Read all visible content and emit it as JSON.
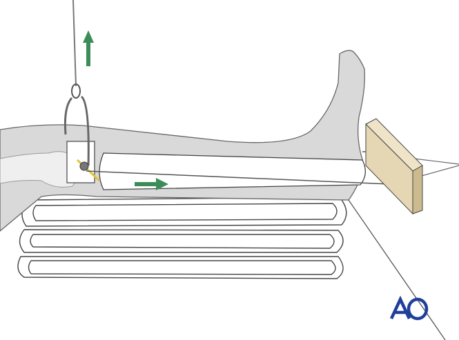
{
  "logo": {
    "text": "AO",
    "color": "#1f3f9c"
  },
  "colors": {
    "background": "#ffffff",
    "skin": "#d9d9d9",
    "bone": "#efefef",
    "outline": "#555555",
    "arrow": "#3c8c5a",
    "wood_block": "#e6d7b4",
    "pin_accent": "#e0c43a"
  },
  "arrows": [
    {
      "name": "upward-traction",
      "direction": "up"
    },
    {
      "name": "distal-traction",
      "direction": "right"
    }
  ]
}
